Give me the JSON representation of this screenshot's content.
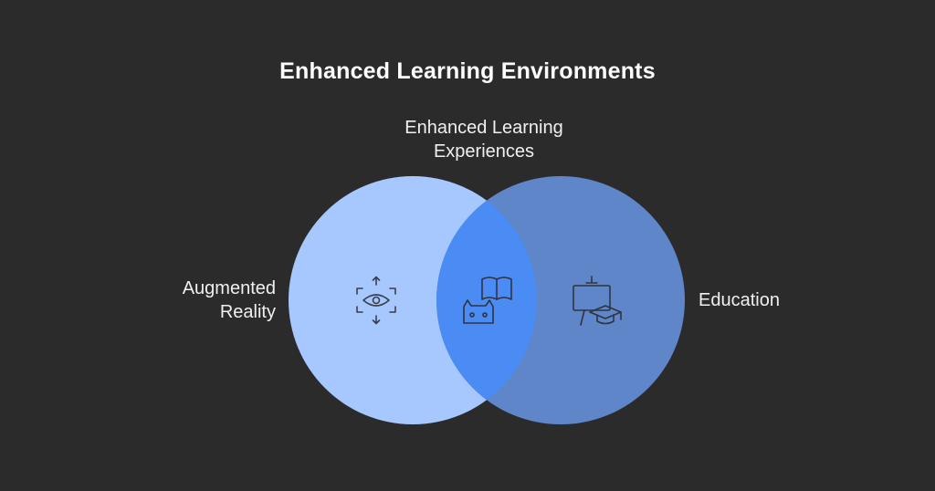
{
  "title": "Enhanced Learning Environments",
  "intersection": {
    "label_line1": "Enhanced Learning",
    "label_line2": "Experiences",
    "icon": "book-robot-icon"
  },
  "left_set": {
    "label_line1": "Augmented",
    "label_line2": "Reality",
    "icon": "eye-scan-icon"
  },
  "right_set": {
    "label": "Education",
    "icon": "presentation-graduation-cap-icon"
  },
  "colors": {
    "background": "#2b2b2b",
    "left_circle": "#a6c8ff",
    "right_circle": "#5e86c8",
    "overlap": "#4a8cf4",
    "icon_stroke": "#3a3f4a"
  }
}
